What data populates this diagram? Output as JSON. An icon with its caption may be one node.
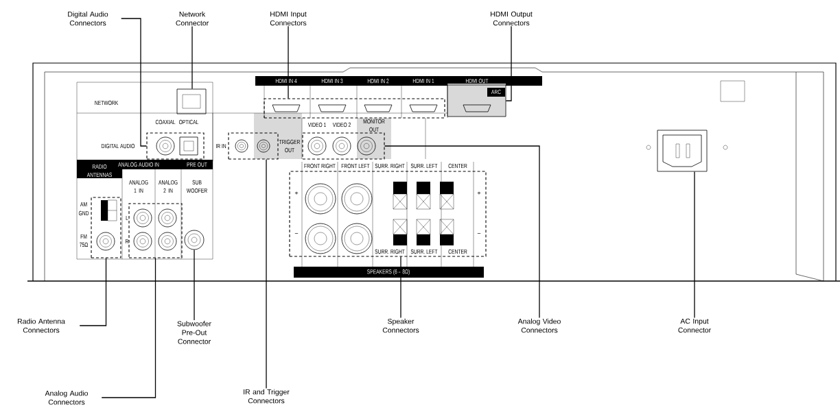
{
  "diagram": {
    "nodes": [
      {
        "text": [
          "Digital Audio Connectors"
        ]
      },
      {
        "text": [
          "Network Connector"
        ]
      },
      {
        "text": [
          "HDMI Input Connectors"
        ]
      },
      {
        "text": [
          "HDMI Output Connectors"
        ]
      },
      {
        "text": [
          "Radio Antenna Connectors"
        ]
      },
      {
        "text": [
          "Subwoofer Pre-Out Connector"
        ]
      },
      {
        "text": [
          "Analog Audio Connectors"
        ]
      },
      {
        "text": [
          "IR and Trigger Connectors"
        ]
      },
      {
        "text": [
          "Speaker Connectors"
        ]
      },
      {
        "text": [
          "Analog Video Connectors"
        ]
      },
      {
        "text": [
          "AC Input Connector"
        ]
      },
      {
        "text": [],
        "shape": "box"
      },
      {
        "text": [],
        "shape": "box"
      },
      {
        "text": [],
        "shape": "box"
      },
      {
        "text": [],
        "shape": "box"
      },
      {
        "text": [],
        "shape": "box"
      },
      {
        "text": [],
        "shape": "box"
      },
      {
        "text": [],
        "shape": "box"
      },
      {
        "text": [],
        "shape": "box"
      },
      {
        "text": [],
        "shape": "box"
      },
      {
        "text": [],
        "shape": "circle"
      },
      {
        "text": [],
        "shape": "box"
      }
    ],
    "edges": [
      {
        "from": 0,
        "to": 12,
        "arrow": "none"
      },
      {
        "from": 1,
        "to": 11,
        "arrow": "none"
      },
      {
        "from": 2,
        "to": 13,
        "arrow": "none"
      },
      {
        "from": 3,
        "to": 14,
        "arrow": "none"
      },
      {
        "from": 4,
        "to": 18,
        "arrow": "none"
      },
      {
        "from": 5,
        "to": 20,
        "arrow": "none"
      },
      {
        "from": 6,
        "to": 19,
        "arrow": "none"
      },
      {
        "from": 7,
        "to": 15,
        "arrow": "none"
      },
      {
        "from": 8,
        "to": 17,
        "arrow": "none"
      },
      {
        "from": 9,
        "to": 16,
        "arrow": "none"
      },
      {
        "from": 10,
        "to": 21,
        "arrow": "none"
      }
    ],
    "labels": [
      "NETWORK",
      "COAXIAL",
      "OPTICAL",
      "DIGITAL AUDIO",
      "IR IN",
      "TRIGGER OUT",
      "RADIO ANTENNAS",
      "ANALOG AUDIO IN",
      "PRE OUT",
      "ANALOG 1 IN",
      "ANALOG 2 IN",
      "SUB WOOFER",
      "AM",
      "GND",
      "FM 75Ω",
      "L",
      "R",
      "HDMI IN 4",
      "HDMI IN 3",
      "HDMI IN 2",
      "HDMI IN 1",
      "HDMI OUT",
      "ARC",
      "VIDEO 1",
      "VIDEO 2",
      "MONITOR OUT",
      "FRONT RIGHT",
      "FRONT LEFT",
      "SURR. RIGHT",
      "SURR. LEFT",
      "CENTER",
      "+",
      "−",
      "+",
      "−",
      "SURR. RIGHT",
      "SURR. LEFT",
      "CENTER",
      "SPEAKERS (6 – 8Ω)"
    ]
  }
}
